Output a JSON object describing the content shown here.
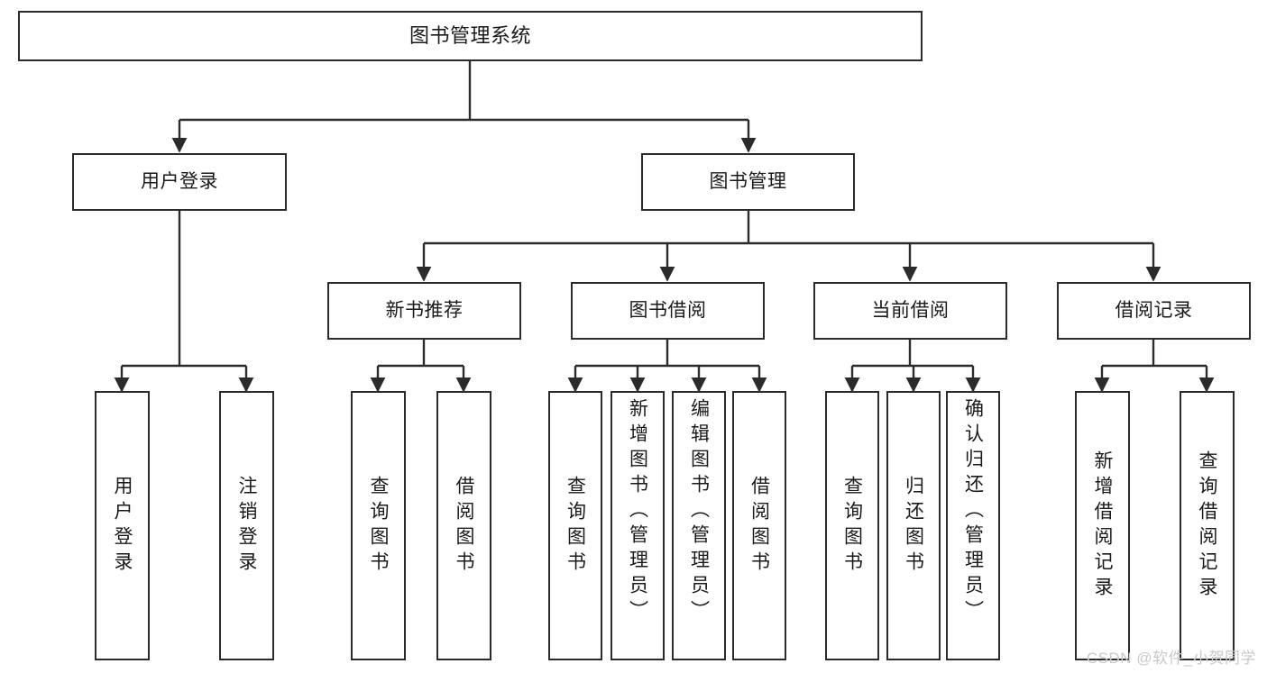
{
  "diagram": {
    "title": "图书管理系统",
    "type": "tree",
    "line_color": "#2b2b2b",
    "box_fill": "#ffffff",
    "text_color": "#1a1a1a"
  },
  "root": {
    "label": "图书管理系统"
  },
  "level1": [
    {
      "label": "用户登录"
    },
    {
      "label": "图书管理"
    }
  ],
  "level2": [
    {
      "label": "新书推荐"
    },
    {
      "label": "图书借阅"
    },
    {
      "label": "当前借阅"
    },
    {
      "label": "借阅记录"
    }
  ],
  "leaves": {
    "user_login": [
      {
        "label": "用户登录"
      },
      {
        "label": "注销登录"
      }
    ],
    "new_book": [
      {
        "label": "查询图书"
      },
      {
        "label": "借阅图书"
      }
    ],
    "book_borrow": [
      {
        "label": "查询图书"
      },
      {
        "label": "新增图书（管理员）"
      },
      {
        "label": "编辑图书（管理员）"
      },
      {
        "label": "借阅图书"
      }
    ],
    "current_borrow": [
      {
        "label": "查询图书"
      },
      {
        "label": "归还图书"
      },
      {
        "label": "确认归还（管理员）"
      }
    ],
    "borrow_record": [
      {
        "label": "新增借阅记录"
      },
      {
        "label": "查询借阅记录"
      }
    ]
  },
  "watermark": {
    "text": "CSDN @软件_小贺同学",
    "color": "#c9c9c9"
  }
}
